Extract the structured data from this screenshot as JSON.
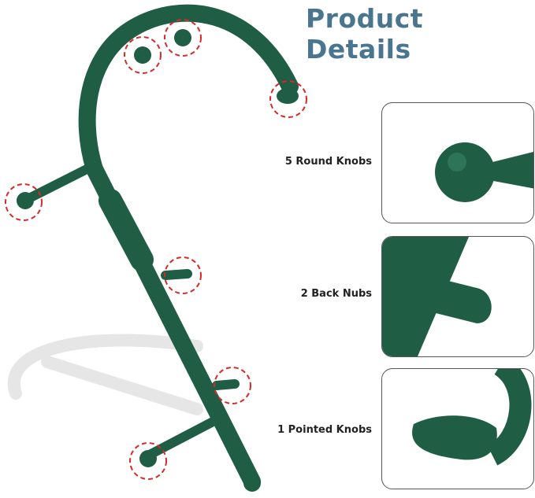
{
  "title": "Product Details",
  "details": [
    {
      "label": "5 Round Knobs"
    },
    {
      "label": "2 Back Nubs"
    },
    {
      "label": "1 Pointed Knobs"
    }
  ],
  "colors": {
    "product": "#1f5e45",
    "title": "#4a7590",
    "highlight": "#d42a2a"
  }
}
